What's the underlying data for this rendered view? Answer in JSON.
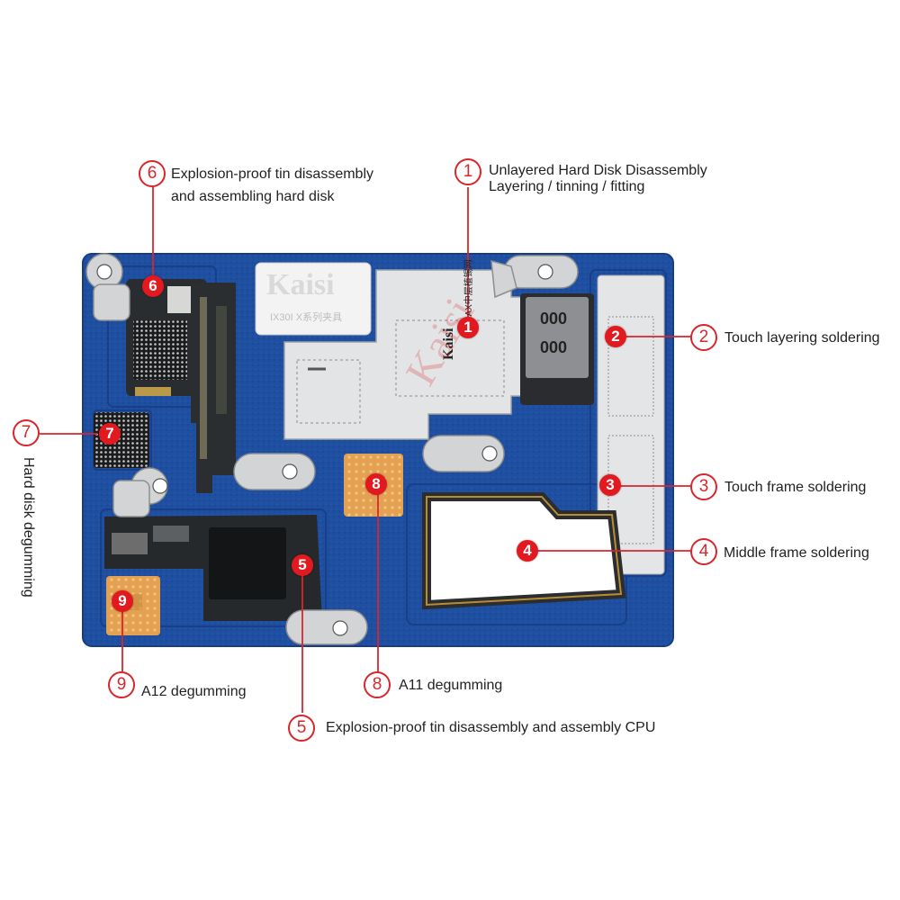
{
  "brand": {
    "logo_text": "Kaisi",
    "model_text": "IX30I X系列夹具",
    "stencil_text": "XS/MAX中层植锡网",
    "watermark": "Kaisi"
  },
  "colors": {
    "accent": "#d8262c",
    "fixture_blue": "#1f4fa0",
    "steel": "#d9dadc",
    "pcb": "#2a2d30",
    "chip_pad": "#e6a355"
  },
  "callouts": [
    {
      "num": "1",
      "lines": [
        "Unlayered Hard Disk Disassembly",
        "Layering / tinning / fitting"
      ]
    },
    {
      "num": "2",
      "lines": [
        "Touch layering soldering"
      ]
    },
    {
      "num": "3",
      "lines": [
        "Touch frame soldering"
      ]
    },
    {
      "num": "4",
      "lines": [
        "Middle frame soldering"
      ]
    },
    {
      "num": "5",
      "lines": [
        "Explosion-proof tin disassembly and assembly CPU"
      ]
    },
    {
      "num": "6",
      "lines": [
        "Explosion-proof tin disassembly",
        "and assembling hard disk"
      ]
    },
    {
      "num": "7",
      "lines": [
        "Hard disk degumming"
      ]
    },
    {
      "num": "8",
      "lines": [
        "A11 degumming"
      ]
    },
    {
      "num": "9",
      "lines": [
        "A12 degumming"
      ]
    }
  ],
  "markers": [
    "1",
    "2",
    "3",
    "4",
    "5",
    "6",
    "7",
    "8",
    "9"
  ]
}
